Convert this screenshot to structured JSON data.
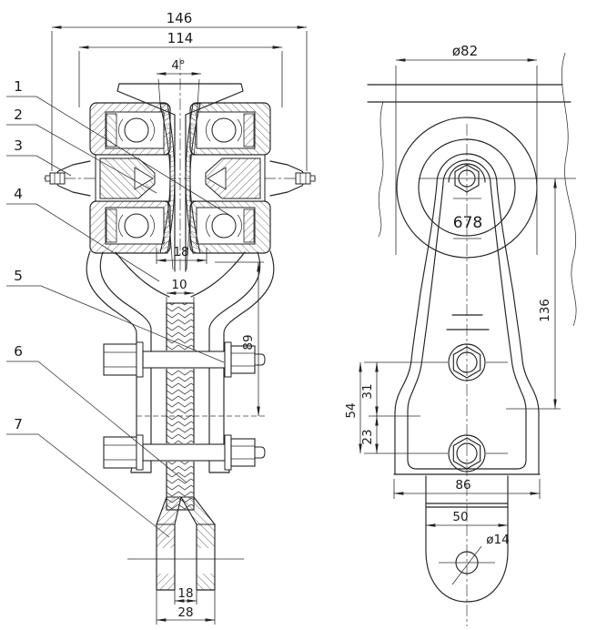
{
  "drawing": {
    "left_view": {
      "dim_width_outer": "146",
      "dim_width_inner": "114",
      "dim_tread_angle": "4°",
      "dim_hub_bore": "18",
      "dim_stem_width": "10",
      "dim_height": "89",
      "dim_fork_inner": "18",
      "dim_fork_outer": "28",
      "callouts": [
        "1",
        "2",
        "3",
        "4",
        "5",
        "6",
        "7"
      ]
    },
    "right_view": {
      "dim_wheel_diameter": "ø82",
      "dim_center_label": "678",
      "dim_height": "136",
      "dim_bolt_span_total": "54",
      "dim_bolt_span_upper": "31",
      "dim_bolt_span_lower": "23",
      "dim_plate_width": "86",
      "dim_lug_width": "50",
      "dim_hole_diameter": "ø14"
    }
  }
}
